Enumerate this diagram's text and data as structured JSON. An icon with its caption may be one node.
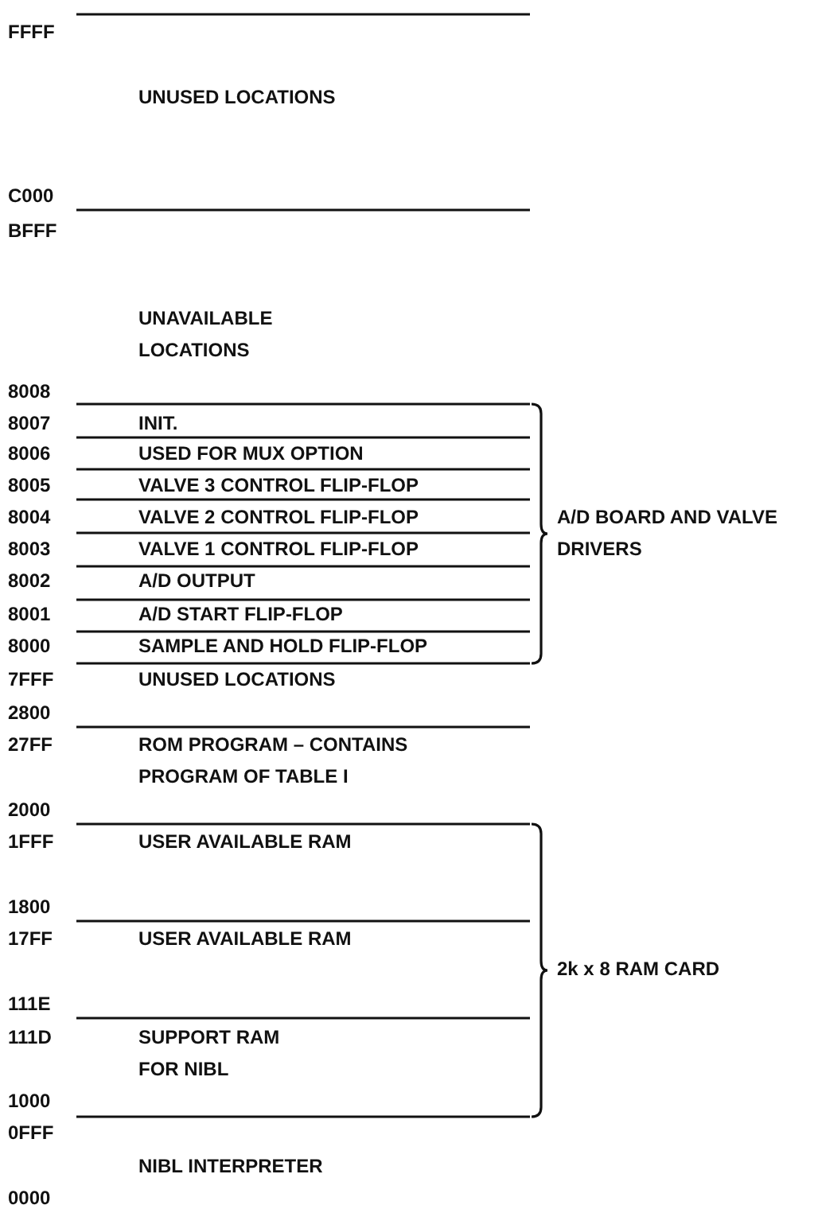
{
  "diagram": {
    "labels": [
      "FFFF",
      "UNUSED LOCATIONS",
      "C000",
      "BFFF",
      "UNAVAILABLE LOCATIONS",
      "8008",
      "8007",
      "INIT.",
      "8006",
      "USED FOR MUX OPTION",
      "8005",
      "VALVE 3 CONTROL FLIP-FLOP",
      "8004",
      "VALVE 2 CONTROL FLIP-FLOP",
      "A/D BOARD AND VALVE DRIVERS",
      "8003",
      "VALVE 1 CONTROL FLIP-FLOP",
      "8002",
      "A/D OUTPUT",
      "8001",
      "A/D START FLIP-FLOP",
      "8000",
      "SAMPLE AND HOLD FLIP-FLOP",
      "7FFF",
      "UNUSED LOCATIONS",
      "2800",
      "27FF",
      "ROM PROGRAM – CONTAINS PROGRAM OF TABLE I",
      "2000",
      "1FFF",
      "USER AVAILABLE RAM",
      "1800",
      "17FF",
      "USER AVAILABLE RAM",
      "2k x 8 RAM CARD",
      "111E",
      "111D",
      "SUPPORT RAM FOR NIBL",
      "1000",
      "0FFF",
      "NIBL INTERPRETER",
      "0000"
    ]
  }
}
